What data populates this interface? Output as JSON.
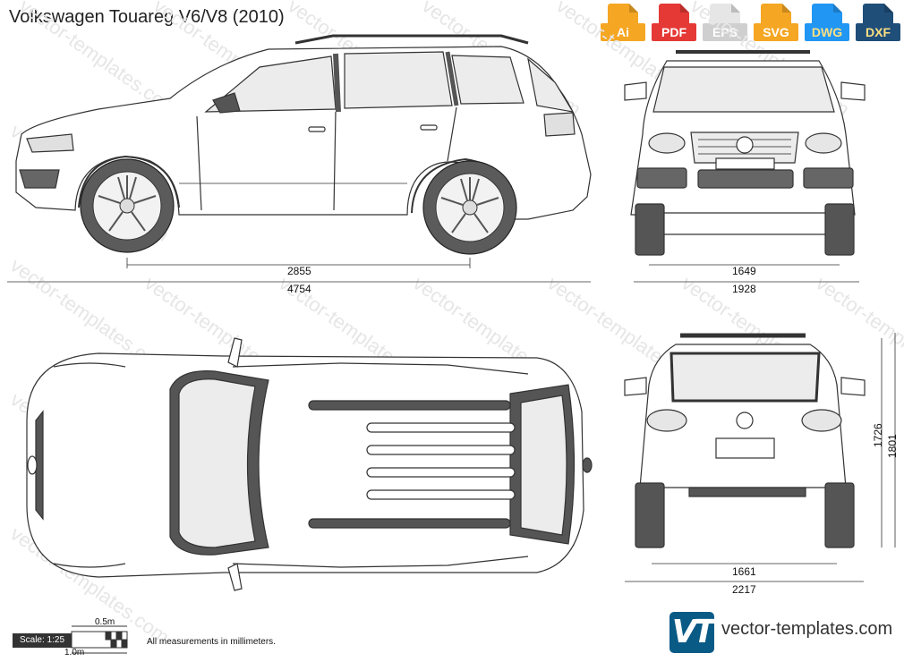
{
  "title": "Volkswagen Touareg V6/V8 (2010)",
  "formats": [
    {
      "label": "Ai",
      "color": "#f5a623"
    },
    {
      "label": "PDF",
      "color": "#e53935"
    },
    {
      "label": "EPS",
      "color": "#d9d9d9"
    },
    {
      "label": "SVG",
      "color": "#f5a623"
    },
    {
      "label": "DWG",
      "color": "#2196f3"
    },
    {
      "label": "DXF",
      "color": "#1f4e79"
    }
  ],
  "dimensions": {
    "wheelbase": "2855",
    "length": "4754",
    "front_track": "1649",
    "front_width": "1928",
    "rear_track": "1661",
    "width_mirrors": "2217",
    "height_body": "1726",
    "height_total": "1801"
  },
  "scale": {
    "label": "Scale: 1:25",
    "half": "0.5m",
    "full": "1.0m"
  },
  "note": "All measurements in millimeters.",
  "watermark": "vector-templates.com",
  "logo": {
    "mark": "VT",
    "text": "vector-templates.com",
    "color": "#0a5a86"
  }
}
